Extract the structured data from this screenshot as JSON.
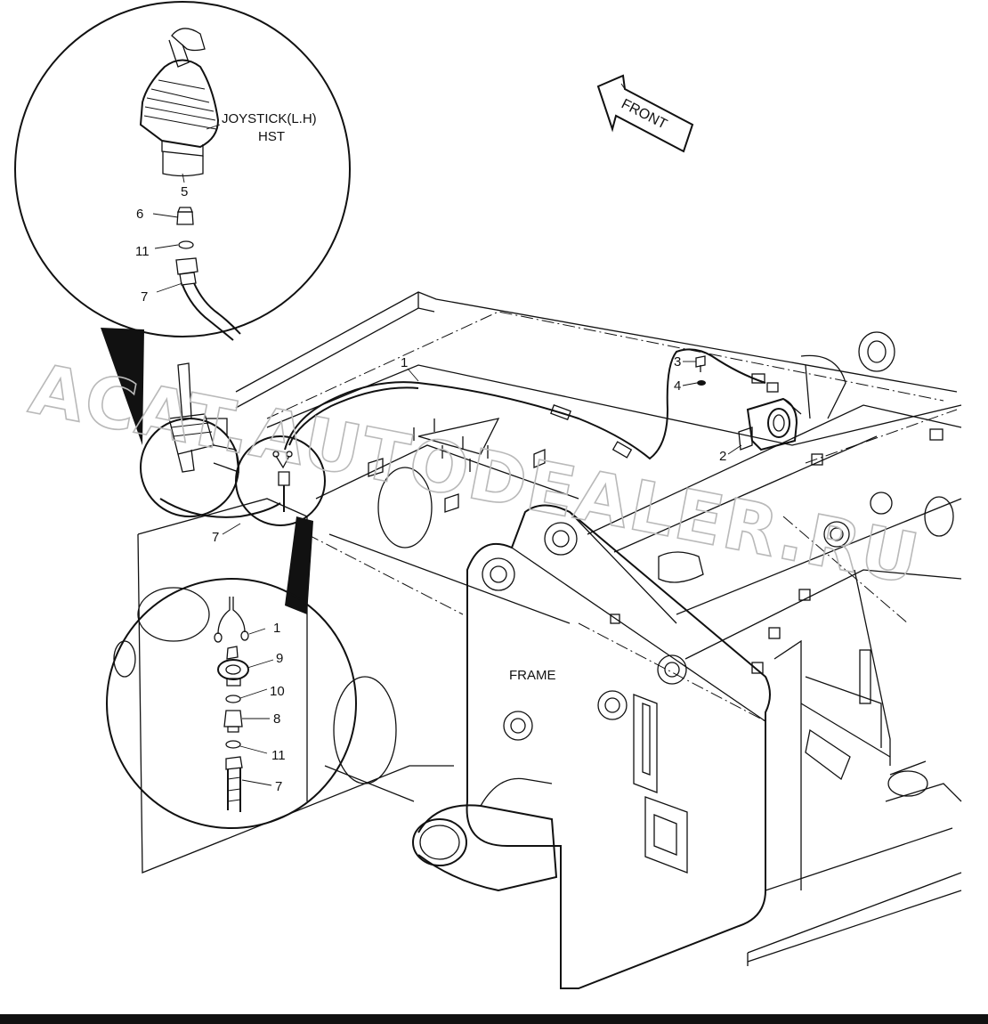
{
  "title": "",
  "callouts": {
    "joystick": "JOYSTICK(L.H)",
    "hst": "HST",
    "front": "FRONT",
    "frame": "FRAME"
  },
  "part_numbers": {
    "top_detail": [
      "5",
      "6",
      "11",
      "7"
    ],
    "main_view": [
      "1",
      "3",
      "4",
      "2",
      "7"
    ],
    "bottom_detail": [
      "1",
      "9",
      "10",
      "8",
      "11",
      "7"
    ]
  },
  "watermark": "ACAT.AUTODEALER.RU",
  "colors": {
    "line": "#111111",
    "background": "#ffffff",
    "watermark": "#b9b9b9"
  }
}
